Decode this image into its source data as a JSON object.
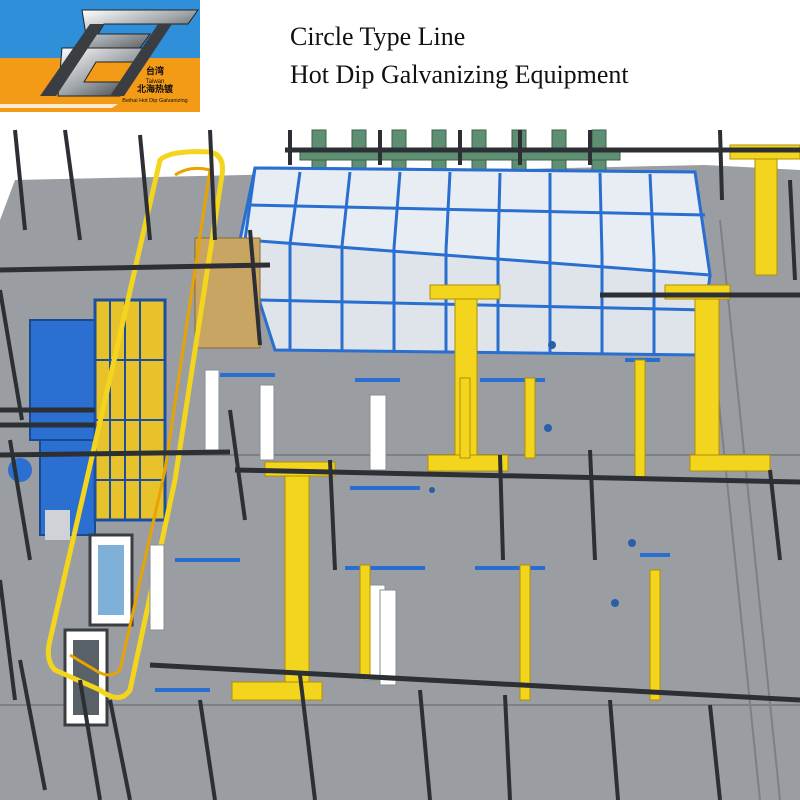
{
  "logo": {
    "chinese_line1": "台湾",
    "english_line1": "Taiwan",
    "chinese_line2": "北海热镀",
    "english_line2": "Beihai Hot Dip Galvanizing",
    "colors": {
      "top": "#2f8fd8",
      "bottom": "#f39a16"
    }
  },
  "title": {
    "line1": "Circle Type Line",
    "line2": "Hot Dip Galvanizing Equipment"
  },
  "scene": {
    "kind": "3D rendering of hot dip galvanizing plant layout",
    "colors": {
      "floor": "#9a9ea2",
      "crane": "#f2d51c",
      "steel": "#2a6fd0",
      "column": "#2c2f34"
    }
  }
}
